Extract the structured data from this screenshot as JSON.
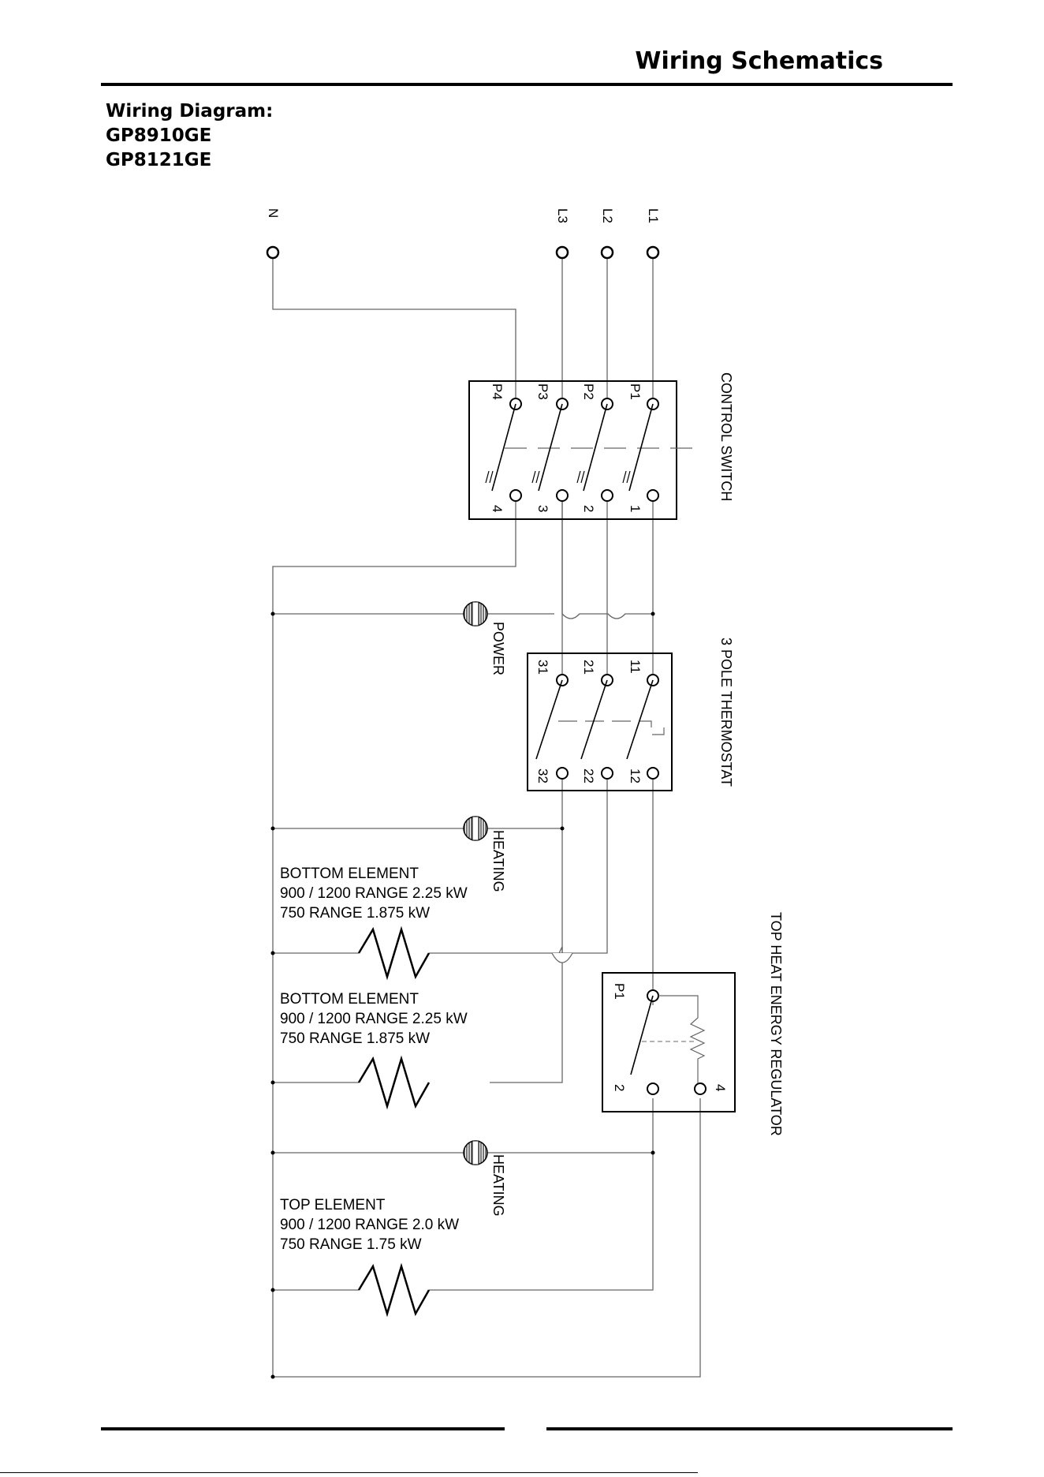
{
  "header": {
    "title": "Wiring Schematics"
  },
  "heading": {
    "lines": [
      "Wiring Diagram:",
      "GP8910GE",
      "GP8121GE"
    ]
  },
  "terminals": {
    "n": "N",
    "l3": "L3",
    "l2": "L2",
    "l1": "L1"
  },
  "control_switch": {
    "label": "CONTROL SWITCH",
    "top_terminals": [
      "P4",
      "P3",
      "P2",
      "P1"
    ],
    "bottom_terminals": [
      "4",
      "3",
      "2",
      "1"
    ]
  },
  "thermostat": {
    "label": "3 POLE THERMOSTAT",
    "top_terminals": [
      "31",
      "21",
      "11"
    ],
    "bottom_terminals": [
      "32",
      "22",
      "12"
    ]
  },
  "regulator": {
    "label": "TOP HEAT ENERGY REGULATOR",
    "terminal_p1": "P1",
    "terminal_2": "2",
    "terminal_4": "4"
  },
  "lamps": {
    "power": "POWER",
    "heating_1": "HEATING",
    "heating_2": "HEATING"
  },
  "elements": {
    "bottom_1": [
      "BOTTOM ELEMENT",
      "900 / 1200 RANGE 2.25 kW",
      "750 RANGE 1.875 kW"
    ],
    "bottom_2": [
      "BOTTOM ELEMENT",
      "900 / 1200 RANGE 2.25 kW",
      "750 RANGE 1.875 kW"
    ],
    "top": [
      "TOP ELEMENT",
      "900 / 1200 RANGE 2.0 kW",
      "750 RANGE 1.75 kW"
    ]
  }
}
